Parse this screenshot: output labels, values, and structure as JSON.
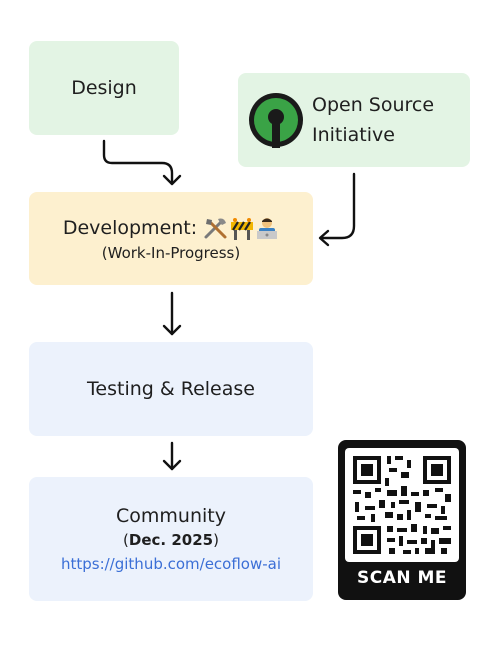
{
  "design": {
    "label": "Design"
  },
  "osi": {
    "line1": "Open Source",
    "line2": "Initiative"
  },
  "development": {
    "title": "Development:",
    "subtitle": "(Work-In-Progress)",
    "icons": [
      "tools-icon",
      "construction-barrier-icon",
      "technologist-icon"
    ]
  },
  "testing": {
    "label": "Testing & Release"
  },
  "community": {
    "title": "Community",
    "date_open": "(",
    "date": "Dec. 2025",
    "date_close": ")",
    "link": "https://github.com/ecoflow-ai"
  },
  "qr": {
    "label": "SCAN ME"
  },
  "colors": {
    "green_box": "#e3f4e4",
    "yellow_box": "#fdf0cf",
    "blue_box": "#ecf2fc",
    "osi_green": "#3aa346",
    "link": "#3b6fd6"
  }
}
